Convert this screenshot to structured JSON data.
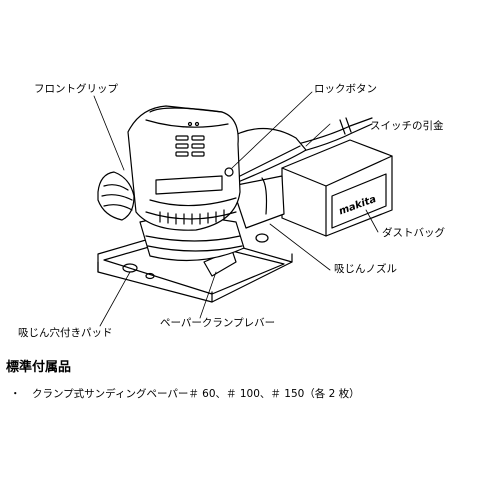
{
  "labels": {
    "front_grip": "フロントグリップ",
    "lock_button": "ロックボタン",
    "switch_trigger": "スイッチの引金",
    "dust_bag": "ダストバッグ",
    "dust_nozzle": "吸じんノズル",
    "dust_pad": "吸じん穴付きパッド",
    "paper_clamp_lever": "ペーパークランプレバー",
    "brand": "makita"
  },
  "accessories": {
    "title": "標準付属品",
    "bullet": "・",
    "item": "クランプ式サンディングペーパー＃ 60、＃ 100、＃ 150（各 2 枚）"
  }
}
